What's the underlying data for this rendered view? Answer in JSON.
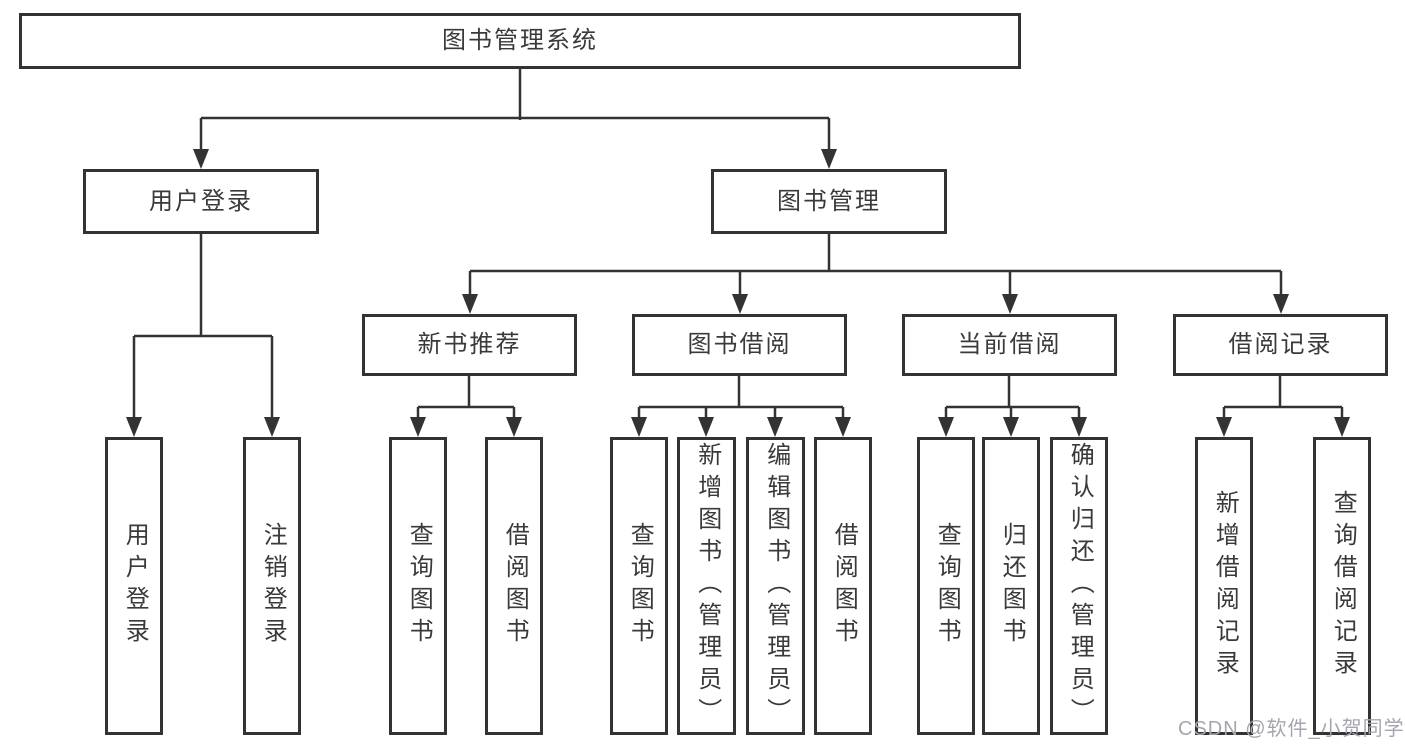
{
  "colors": {
    "line": "#333333",
    "node_border": "#333333",
    "node_text": "#3a3a3a",
    "background": "#ffffff",
    "watermark": "#a5a5af"
  },
  "watermark": {
    "text": "CSDN @软件_小贺同学"
  },
  "tree": {
    "label": "图书管理系统",
    "children": [
      {
        "label": "用户登录",
        "children": [
          {
            "label": "用户登录"
          },
          {
            "label": "注销登录"
          }
        ]
      },
      {
        "label": "图书管理",
        "children": [
          {
            "label": "新书推荐",
            "children": [
              {
                "label": "查询图书"
              },
              {
                "label": "借阅图书"
              }
            ]
          },
          {
            "label": "图书借阅",
            "children": [
              {
                "label": "查询图书"
              },
              {
                "label": "新增图书（管理员）"
              },
              {
                "label": "编辑图书（管理员）"
              },
              {
                "label": "借阅图书"
              }
            ]
          },
          {
            "label": "当前借阅",
            "children": [
              {
                "label": "查询图书"
              },
              {
                "label": "归还图书"
              },
              {
                "label": "确认归还（管理员）"
              }
            ]
          },
          {
            "label": "借阅记录",
            "children": [
              {
                "label": "新增借阅记录"
              },
              {
                "label": "查询借阅记录"
              }
            ]
          }
        ]
      }
    ]
  }
}
